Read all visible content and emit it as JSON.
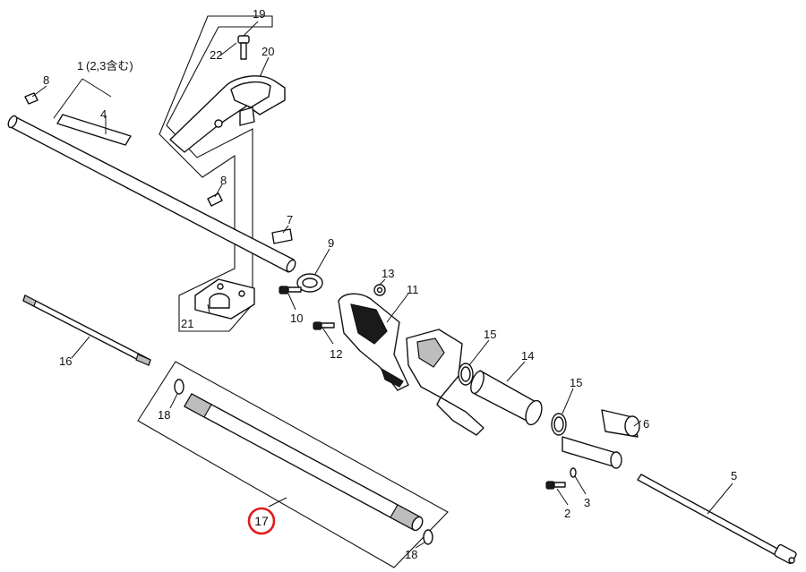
{
  "diagram": {
    "highlight_color": "#e01b1b",
    "callouts": {
      "c1": "1",
      "c1_note": "(2,3含む)",
      "c2": "2",
      "c3": "3",
      "c4": "4",
      "c5": "5",
      "c6": "6",
      "c7": "7",
      "c8a": "8",
      "c8b": "8",
      "c9": "9",
      "c10": "10",
      "c11": "11",
      "c12": "12",
      "c13": "13",
      "c14": "14",
      "c15a": "15",
      "c15b": "15",
      "c16": "16",
      "c17": "17",
      "c18a": "18",
      "c18b": "18",
      "c19": "19",
      "c20": "20",
      "c21": "21",
      "c22": "22"
    },
    "highlighted": "17"
  }
}
